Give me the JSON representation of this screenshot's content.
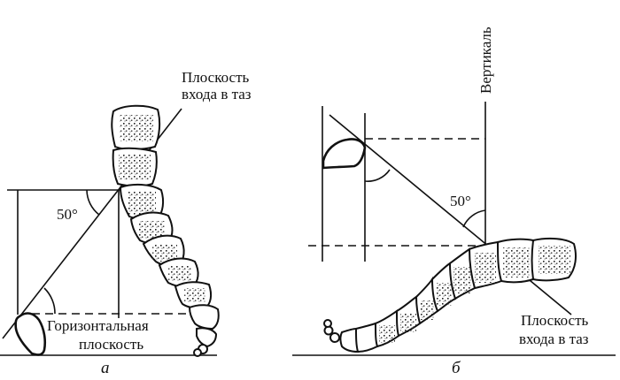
{
  "panel_a": {
    "caption": "а",
    "angle_label": "50°",
    "pelvic_plane_label_line1": "Плоскость",
    "pelvic_plane_label_line2": "входа в таз",
    "horizontal_label_line1": "Горизонтальная",
    "horizontal_label_line2": "плоскость"
  },
  "panel_b": {
    "caption": "б",
    "angle_label": "50°",
    "vertical_label": "Вертикаль",
    "pelvic_plane_label_line1": "Плоскость",
    "pelvic_plane_label_line2": "входа в таз"
  }
}
